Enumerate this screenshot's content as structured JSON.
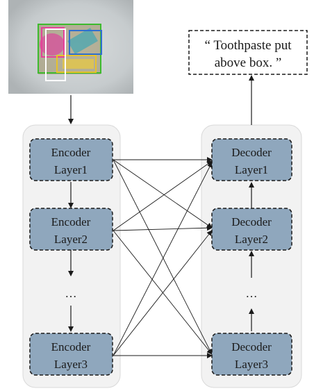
{
  "caption": {
    "line1": "“ Toothpaste put",
    "line2": "above box. ”"
  },
  "encoder": {
    "layers": [
      {
        "line1": "Encoder",
        "line2": "Layer1"
      },
      {
        "line1": "Encoder",
        "line2": "Layer2"
      },
      {
        "line1": "Encoder",
        "line2": "Layer3"
      }
    ],
    "ellipsis": "…"
  },
  "decoder": {
    "layers": [
      {
        "line1": "Decoder",
        "line2": "Layer1"
      },
      {
        "line1": "Decoder",
        "line2": "Layer2"
      },
      {
        "line1": "Decoder",
        "line2": "Layer3"
      }
    ],
    "ellipsis": "…"
  },
  "colors": {
    "layer_fill": "#8FA7BD",
    "panel_fill": "#F2F2F2",
    "photo_bg": "#C9CED0",
    "bbox_green": "#3DBB2E",
    "bbox_blue": "#2F6FD0",
    "bbox_yellow": "#E8C22A",
    "bbox_pink": "#E6409A",
    "bbox_white": "#FFFFFF"
  }
}
